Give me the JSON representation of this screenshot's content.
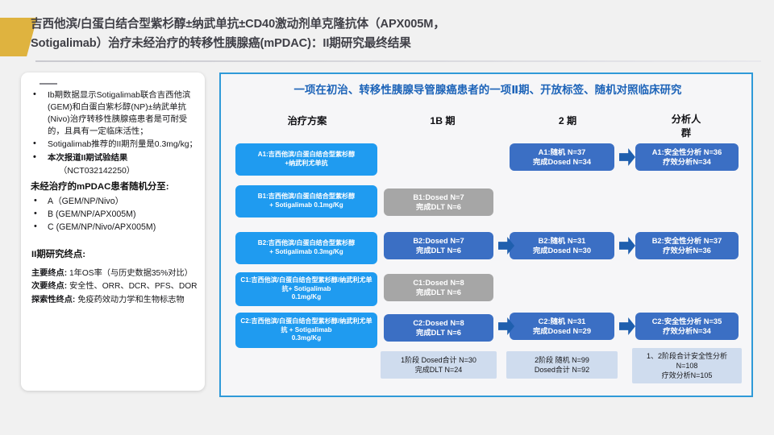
{
  "title": {
    "line1": "吉西他滨/白蛋白结合型紫杉醇±纳武单抗±CD40激动剂单克隆抗体（APX005M，",
    "line2": "Sotigalimab）治疗未经治疗的转移性胰腺癌(mPDAC)：II期研究最终结果"
  },
  "left_panel": {
    "bullets": [
      "Ib期数据显示Sotigalimab联合吉西他滨(GEM)和白蛋白紫杉醇(NP)±纳武单抗(Nivo)治疗转移性胰腺癌患者是可耐受的，且具有一定临床活性；",
      "Sotigalimab推荐的II期剂量是0.3mg/kg；",
      "本次报道II期试验结果"
    ],
    "nct": "（NCT032142250）",
    "randomization_head": "未经治疗的mPDAC患者随机分至:",
    "arms": [
      "A（GEM/NP/Nivo）",
      "B (GEM/NP/APX005M)",
      "C (GEM/NP/Nivo/APX005M)"
    ],
    "endpoints_head": "II期研究终点:",
    "endpoints": [
      {
        "label": "主要终点:",
        "text": "1年OS率（与历史数据35%对比）"
      },
      {
        "label": "次要终点:",
        "text": "安全性、ORR、DCR、PFS、DOR"
      },
      {
        "label": "探索性终点:",
        "text": "免疫药效动力学和生物标志物"
      }
    ]
  },
  "flow": {
    "title": "一项在初治、转移性胰腺导管腺癌患者的一项Ⅱ期、开放标签、随机对照临床研究",
    "columns": [
      {
        "head": "治疗方案"
      },
      {
        "head": "1B 期"
      },
      {
        "head": "2 期"
      },
      {
        "head": "分析人\n群"
      }
    ],
    "treatment_boxes": [
      {
        "id": "A1",
        "text": "A1:吉西他滨/白蛋白结合型紫杉醇\n+纳武利尤单抗",
        "color": "bright"
      },
      {
        "id": "B1",
        "text": "B1:吉西他滨/白蛋白结合型紫杉醇\n+ Sotigalimab 0.1mg/Kg",
        "color": "bright"
      },
      {
        "id": "B2",
        "text": "B2:吉西他滨/白蛋白结合型紫杉醇\n+ Sotigalimab 0.3mg/Kg",
        "color": "bright"
      },
      {
        "id": "C1",
        "text": "C1:吉西他滨/白蛋白结合型紫杉醇/纳武利尤单抗+ Sotigalimab\n0.1mg/Kg",
        "color": "bright"
      },
      {
        "id": "C2",
        "text": "C2:吉西他滨/白蛋白结合型紫杉醇/纳武利尤单抗 + Sotigalimab\n0.3mg/Kg",
        "color": "bright"
      }
    ],
    "phase1b_boxes": [
      {
        "id": "B1",
        "line1": "B1:Dosed N=7",
        "line2": "完成DLT N=6",
        "color": "gray"
      },
      {
        "id": "B2",
        "line1": "B2:Dosed N=7",
        "line2": "完成DLT N=6",
        "color": "mid"
      },
      {
        "id": "C1",
        "line1": "C1:Dosed N=8",
        "line2": "完成DLT N=6",
        "color": "gray"
      },
      {
        "id": "C2",
        "line1": "C2:Dosed N=8",
        "line2": "完成DLT N=6",
        "color": "mid"
      }
    ],
    "phase1b_summary": {
      "line1": "1阶段 Dosed合计 N=30",
      "line2": "完成DLT N=24"
    },
    "phase2_boxes": [
      {
        "id": "A1",
        "line1": "A1:随机 N=37",
        "line2": "完成Dosed N=34",
        "color": "mid"
      },
      {
        "id": "B2",
        "line1": "B2:随机 N=31",
        "line2": "完成Dosed N=30",
        "color": "mid"
      },
      {
        "id": "C2",
        "line1": "C2:随机 N=31",
        "line2": "完成Dosed N=29",
        "color": "mid"
      }
    ],
    "phase2_summary": {
      "line1": "2阶段 随机 N=99",
      "line2": "Dosed合计 N=92"
    },
    "analysis_boxes": [
      {
        "id": "A1",
        "line1": "A1:安全性分析 N=36",
        "line2": "疗效分析N=34",
        "color": "mid"
      },
      {
        "id": "B2",
        "line1": "B2:安全性分析 N=37",
        "line2": "疗效分析N=36",
        "color": "mid"
      },
      {
        "id": "C2",
        "line1": "C2:安全性分析 N=35",
        "line2": "疗效分析N=34",
        "color": "mid"
      }
    ],
    "analysis_summary": {
      "line1": "1、2阶段合计安全性分析",
      "line2": "N=108",
      "line3": "疗效分析N=105"
    }
  },
  "colors": {
    "accent_gold": "#dfb33f",
    "panel_border": "#2f9ad8",
    "flow_title": "#1c63b8",
    "box_bright": "#1f9bf0",
    "box_mid": "#3b6fc4",
    "box_gray": "#a6a6a6",
    "box_pale": "#cfdcee",
    "arrow": "#1f5fae"
  }
}
